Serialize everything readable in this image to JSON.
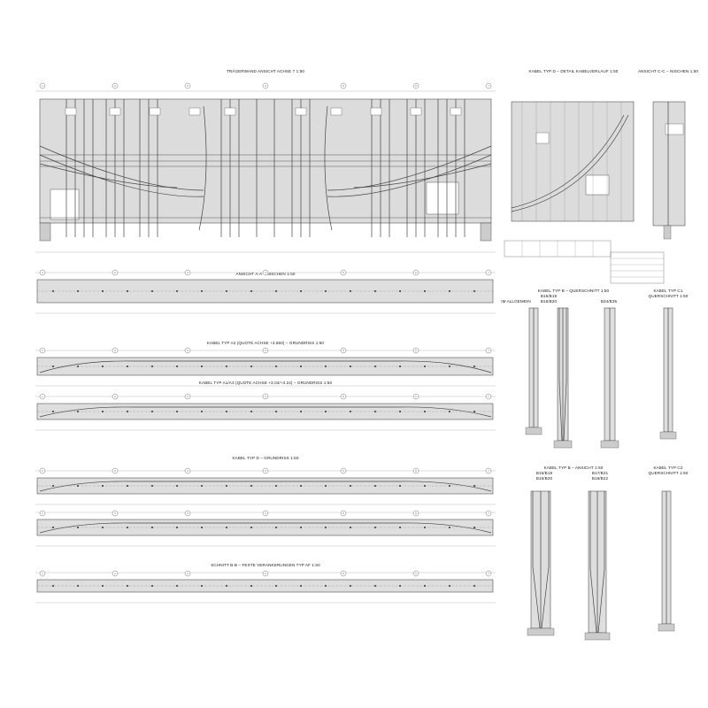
{
  "titles": {
    "main_elevation": "TRÄGERWAND ANSICHT ACHSE 7   1:50",
    "detail_d": "KABEL TYP D – DETAIL KABELVERLAUF   1:50",
    "view_cc": "ANSICHT C-C – NISCHEN   1:50",
    "view_aa": "ANSICHT A-A – NISCHEN   1:50",
    "plan_a2": "KABEL TYP A2 (QUOTE ACHSE +3.550) – GRUNDRISS   1:50",
    "plan_a1a3": "KABEL TYP A1/A3 (QUOTE ACHSE +3.04/+3.24) – GRUNDRISS   1:50",
    "plan_d": "KABEL TYP D – GRUNDRISS   1:50",
    "section_bb": "SCHNITT B-B – FESTE VERANKERUNGEN TYP AF 1:50",
    "section_b": "KABEL TYP B – QUERSCHNITT   1:50",
    "section_b_sub1": "B15/B19",
    "section_b_sub2": "B16/B20",
    "section_b_sub3": "B34/B35",
    "section_b_general": "IM ALLGEMEIN",
    "section_c1": "KABEL TYP C1",
    "section_c1_sub": "QUERSCHNITT   1:50",
    "view_b": "KABEL TYP B – ANSICHT   1:50",
    "view_b_sub1": "B15/B19",
    "view_b_sub2": "B16/B20",
    "view_b_sub3": "B17/B21",
    "view_b_sub4": "B18/B22",
    "section_c2": "KABEL TYP C2",
    "section_c2_sub": "QUERSCHNITT   1:50"
  },
  "axes": [
    "1",
    "2",
    "3",
    "4",
    "5",
    "6",
    "7"
  ]
}
